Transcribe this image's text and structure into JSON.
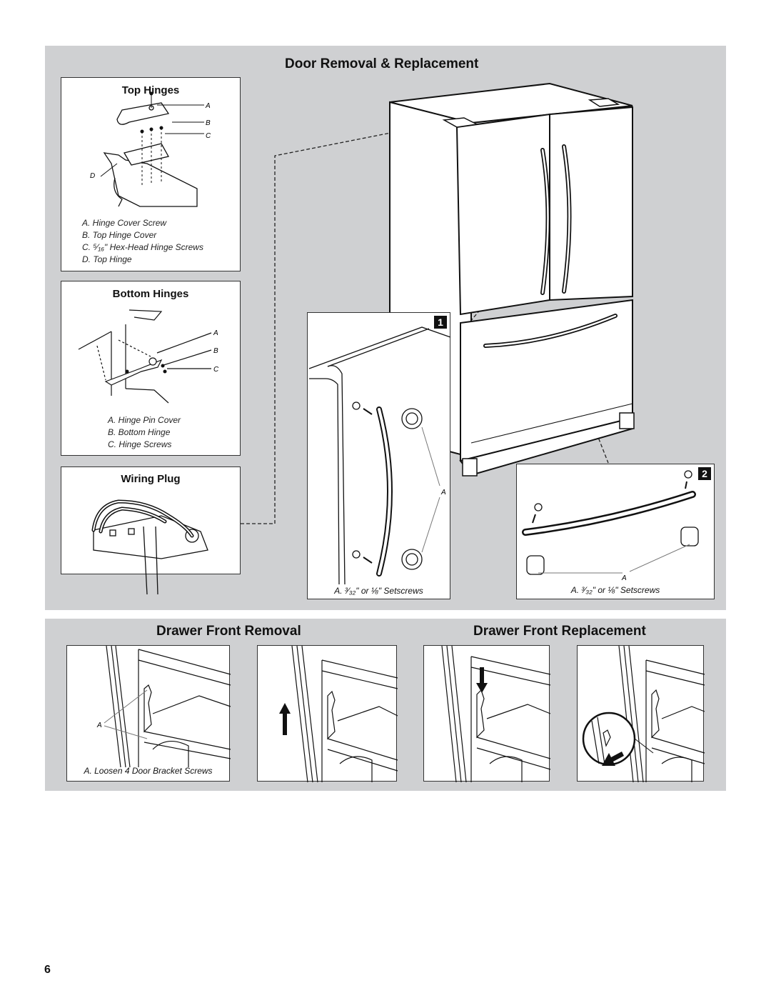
{
  "door_section": {
    "title": "Door Removal & Replacement",
    "top_hinges": {
      "title": "Top Hinges",
      "callouts": [
        "A",
        "B",
        "C",
        "D"
      ],
      "legend": [
        "A. Hinge Cover Screw",
        "B. Top Hinge Cover",
        "C. ⁵⁄₁₆\" Hex-Head Hinge Screws",
        "D. Top Hinge"
      ]
    },
    "bottom_hinges": {
      "title": "Bottom Hinges",
      "callouts": [
        "A",
        "B",
        "C"
      ],
      "legend": [
        "A. Hinge Pin Cover",
        "B. Bottom Hinge",
        "C. Hinge Screws"
      ]
    },
    "wiring_plug": {
      "title": "Wiring Plug"
    },
    "detail1": {
      "number": "1",
      "callout": "A",
      "caption": "A. ³⁄₃₂\" or ⅛\" Setscrews"
    },
    "detail2": {
      "number": "2",
      "callout": "A",
      "caption": "A. ³⁄₃₂\" or ⅛\" Setscrews"
    }
  },
  "drawer_section": {
    "removal_title": "Drawer Front Removal",
    "replacement_title": "Drawer Front Replacement",
    "fig1": {
      "callout": "A",
      "caption": "A. Loosen 4 Door Bracket Screws"
    }
  },
  "page_number": "6"
}
